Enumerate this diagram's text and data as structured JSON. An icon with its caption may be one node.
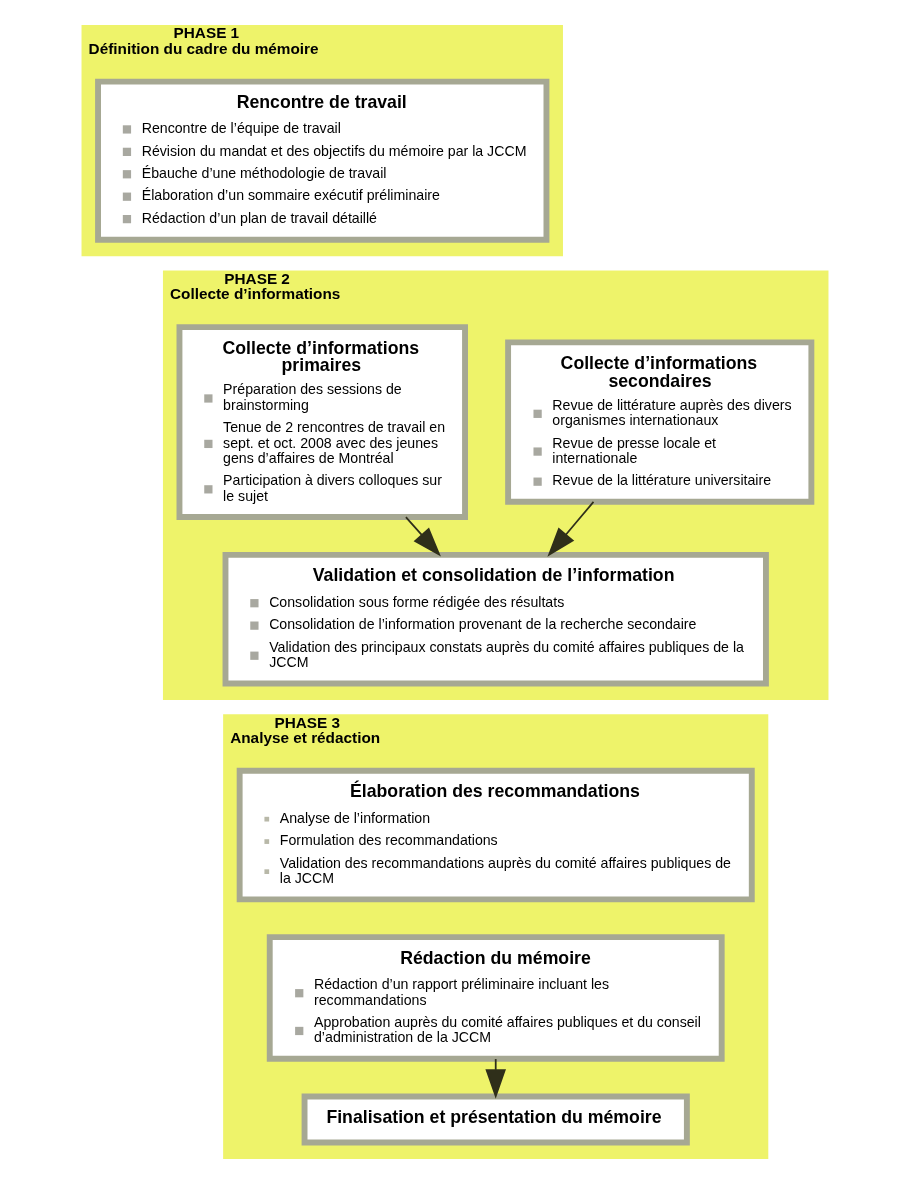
{
  "diagram": {
    "nodes": [
      {
        "text": [
          "PHASE 1",
          "Définition du cadre du mémoire"
        ]
      },
      {
        "text": [
          "Rencontre de travail",
          "Rencontre de l’équipe de travail",
          "Révision du mandat et des objectifs du mémoire par la JCCM",
          "Ébauche d’une méthodologie de travail",
          "Élaboration d’un sommaire exécutif préliminaire",
          "Rédaction d’un plan de travail détaillé"
        ],
        "in": 0
      },
      {
        "text": [
          "PHASE 2",
          "Collecte d’informations"
        ]
      },
      {
        "text": [
          "Collecte d’informations primaires",
          "Préparation des sessions de brainstorming",
          "Tenue de 2 rencontres de travail en sept. et oct. 2008 avec des jeunes gens d’affaires de Montréal",
          "Participation à divers colloques sur le sujet"
        ],
        "in": 2
      },
      {
        "text": [
          "Collecte d’informations secondaires",
          "Revue de littérature auprès des divers organismes internationaux",
          "Revue de presse locale et internationale",
          "Revue de la littérature universitaire"
        ],
        "in": 2
      },
      {
        "text": [
          "Validation et consolidation de l’information",
          "Consolidation sous forme rédigée des résultats",
          "Consolidation de l’information provenant de la recherche secondaire",
          "Validation des principaux constats auprès du comité affaires publiques de la JCCM"
        ],
        "in": 2
      },
      {
        "text": [
          "PHASE 3",
          "Analyse et rédaction"
        ]
      },
      {
        "text": [
          "Élaboration des recommandations",
          "Analyse de l’information",
          "Formulation des recommandations",
          "Validation des recommandations auprès du comité affaires publiques de la JCCM"
        ],
        "in": 6
      },
      {
        "text": [
          "Rédaction du mémoire",
          "Rédaction d’un rapport préliminaire incluant les recommandations",
          "Approbation auprès du comité affaires publiques et du conseil d’administration de la JCCM"
        ],
        "in": 6
      },
      {
        "text": [
          "Finalisation et présentation du mémoire"
        ],
        "in": 6
      }
    ],
    "edges": [
      {
        "from": 3,
        "to": 5,
        "arrow": "to"
      },
      {
        "from": 4,
        "to": 5,
        "arrow": "to"
      },
      {
        "from": 8,
        "to": 9,
        "arrow": "to"
      }
    ]
  }
}
